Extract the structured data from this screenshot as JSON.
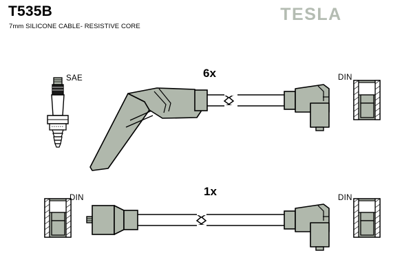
{
  "header": {
    "part_number": "T535B",
    "description": "7mm SILICONE CABLE- RESISTIVE CORE",
    "brand": "TESLA"
  },
  "colors": {
    "component_fill": "#b0b8ac",
    "component_fill_dark": "#9aa396",
    "component_fill_light": "#c3c9bf",
    "outline": "#000000",
    "background": "#ffffff",
    "brand_gray": "#b4bcb2",
    "insulator_dark": "#1a1a1a",
    "ceramic_white": "#ffffff"
  },
  "assemblies": [
    {
      "id": "upper",
      "quantity_label": "6x",
      "left_terminal": {
        "name": "spark-plug-boot-angled",
        "label": null,
        "type": "angled-plug-boot"
      },
      "right_terminal": {
        "name": "distributor-elbow",
        "label": "DIN",
        "type": "right-angle-elbow"
      },
      "cable_break": true
    },
    {
      "id": "lower",
      "quantity_label": "1x",
      "left_terminal": {
        "name": "coil-straight-connector",
        "label": "DIN",
        "type": "straight-coil-connector"
      },
      "right_terminal": {
        "name": "distributor-elbow",
        "label": "DIN",
        "type": "right-angle-elbow"
      },
      "cable_break": true
    }
  ],
  "reference_icons": [
    {
      "name": "spark-plug-icon",
      "label": "SAE",
      "position": "upper-left"
    },
    {
      "name": "din-terminal-icon",
      "label": "DIN",
      "position": "upper-right"
    },
    {
      "name": "din-terminal-icon",
      "label": "DIN",
      "position": "lower-left"
    },
    {
      "name": "din-terminal-icon",
      "label": "DIN",
      "position": "lower-right"
    }
  ],
  "labels": {
    "sae": "SAE",
    "din_upper_right": "DIN",
    "din_lower_left": "DIN",
    "din_lower_right": "DIN",
    "qty_upper": "6x",
    "qty_lower": "1x"
  }
}
